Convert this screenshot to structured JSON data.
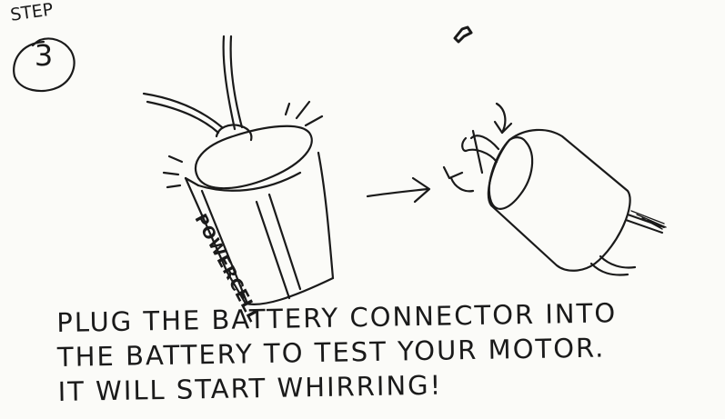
{
  "step": {
    "label": "STEP",
    "number": "3"
  },
  "battery": {
    "brand": "POWERCELL"
  },
  "caption": {
    "lines": [
      "PLUG THE BATTERY CONNECTOR INTO",
      "THE BATTERY TO TEST YOUR MOTOR.",
      "IT WILL START WHIRRING!"
    ]
  },
  "colors": {
    "ink": "#1a1a1a",
    "paper": "#fbfbf8"
  },
  "icons": [
    "battery-icon",
    "motor-icon",
    "arrow-right-icon",
    "spin-arrow-icon"
  ]
}
